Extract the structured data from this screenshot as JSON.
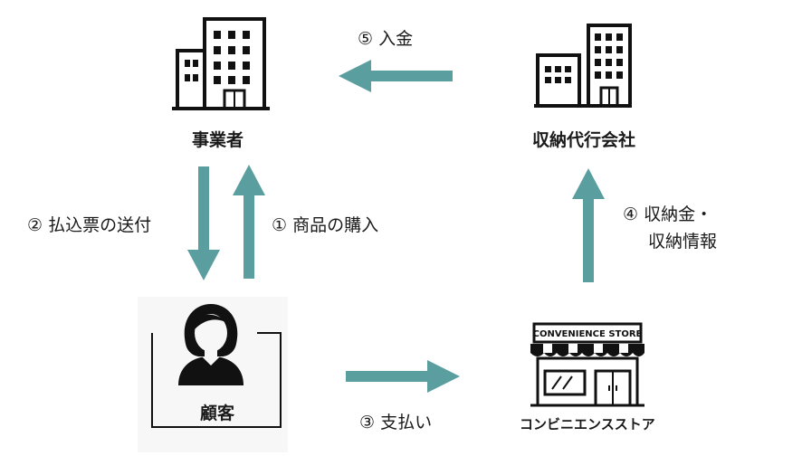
{
  "nodes": {
    "business": "事業者",
    "agency": "収納代行会社",
    "customer": "顧客",
    "store": "コンビニエンスストア",
    "store_sign": "CONVENIENCE STORE"
  },
  "steps": {
    "purchase": "① 商品の購入",
    "send_slip": "② 払込票の送付",
    "payment": "③ 支払い",
    "info_line1": "④ 収納金・",
    "info_line2": "収納情報",
    "deposit": "⑤ 入金"
  },
  "colors": {
    "arrow": "#5a9e9f",
    "icon": "#111111"
  }
}
